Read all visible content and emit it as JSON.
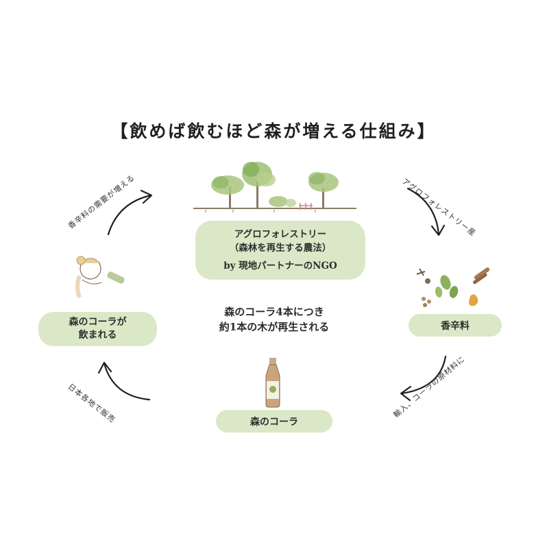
{
  "title": "【飲めば飲むほど森が増える仕組み】",
  "nodes": {
    "agroforestry": {
      "line1": "アグロフォレストリー",
      "line2": "（森林を再生する農法）",
      "line3": "by 現地パートナーのNGO"
    },
    "spice": {
      "label": "香辛料"
    },
    "cola": {
      "label": "森のコーラ"
    },
    "drink": {
      "line1": "森のコーラが",
      "line2": "飲まれる"
    }
  },
  "center": {
    "line1": "森のコーラ4本につき",
    "line2": "約1本の木が再生される"
  },
  "edges": {
    "top_left": "香辛料の需要が増える",
    "top_right": "アグロフォレストリー産",
    "bottom_right": "輸入、コーラの原材料に",
    "bottom_left": "日本各地で販売"
  },
  "colors": {
    "pill": "#dbe8c7",
    "tree_green": "#9fbf73",
    "tree_dark": "#6f9a4f",
    "trunk": "#8a7a62"
  },
  "icons": {
    "trees": "watercolor-trees",
    "spices": "spices-illustration",
    "bottle": "cola-bottle",
    "person": "person-drinking"
  }
}
